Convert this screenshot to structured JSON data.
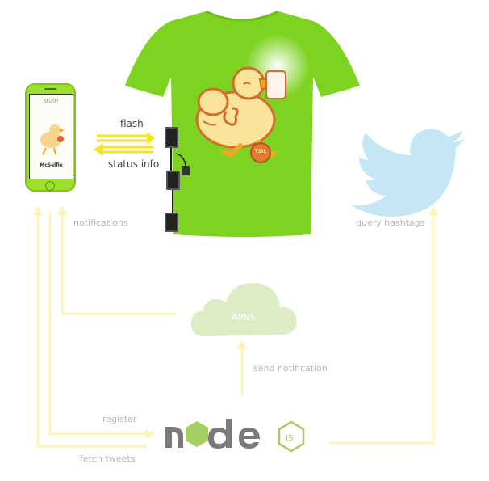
{
  "phone": {
    "app_title": "McSelfie",
    "app_header": "SELFIE!"
  },
  "shirt": {
    "badge_text": "TSIL"
  },
  "labels": {
    "flash": "flash",
    "status_info": "status info",
    "notifications": "notifications",
    "query_hashtags": "query hashtags",
    "send_notification": "send notification",
    "register": "register",
    "fetch_tweets": "fetch tweets"
  },
  "cloud": {
    "label": "APNS"
  },
  "node_logo": {
    "text": "node",
    "badge": "JS"
  },
  "colors": {
    "shirt_green": "#7ed321",
    "phone_green": "#9be02a",
    "arrow_yellow": "#f3e526",
    "faint_yellow": "#fbf6b8",
    "cloud_green": "#dcedc6",
    "twitter_blue": "#c6e6f6",
    "node_gray": "#7a7a7a",
    "node_green": "#a5cf63"
  },
  "icons": [
    "twitter-bird-icon",
    "apns-cloud-icon",
    "node-js-logo",
    "duck-illustration",
    "hardware-board-icon"
  ]
}
